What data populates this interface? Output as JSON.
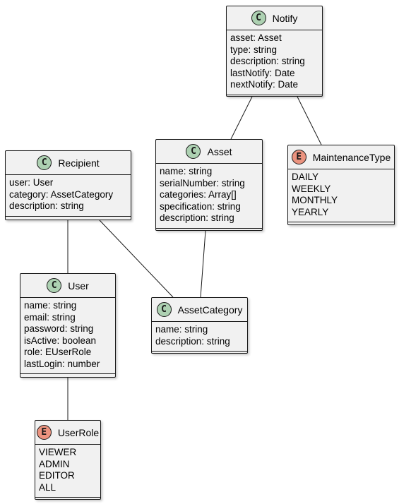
{
  "classes": {
    "notify": {
      "name": "Notify",
      "kind": "class",
      "stereotype": "C",
      "fields": [
        "asset: Asset",
        "type: string",
        "description: string",
        "lastNotify: Date",
        "nextNotify: Date"
      ]
    },
    "recipient": {
      "name": "Recipient",
      "kind": "class",
      "stereotype": "C",
      "fields": [
        "user: User",
        "category: AssetCategory",
        "description: string"
      ]
    },
    "asset": {
      "name": "Asset",
      "kind": "class",
      "stereotype": "C",
      "fields": [
        "name: string",
        "serialNumber: string",
        "categories: Array[]",
        "specification: string",
        "description: string"
      ]
    },
    "maintenance_type": {
      "name": "MaintenanceType",
      "kind": "enum",
      "stereotype": "E",
      "fields": [
        "DAILY",
        "WEEKLY",
        "MONTHLY",
        "YEARLY"
      ]
    },
    "user": {
      "name": "User",
      "kind": "class",
      "stereotype": "C",
      "fields": [
        "name: string",
        "email: string",
        "password: string",
        "isActive: boolean",
        "role: EUserRole",
        "lastLogin: number"
      ]
    },
    "asset_category": {
      "name": "AssetCategory",
      "kind": "class",
      "stereotype": "C",
      "fields": [
        "name: string",
        "description: string"
      ]
    },
    "user_role": {
      "name": "UserRole",
      "kind": "enum",
      "stereotype": "E",
      "fields": [
        "VIEWER",
        "ADMIN",
        "EDITOR",
        "ALL"
      ]
    }
  },
  "associations": [
    {
      "from": "notify",
      "to": "asset"
    },
    {
      "from": "notify",
      "to": "maintenance_type"
    },
    {
      "from": "recipient",
      "to": "user"
    },
    {
      "from": "recipient",
      "to": "asset_category"
    },
    {
      "from": "asset",
      "to": "asset_category"
    },
    {
      "from": "user",
      "to": "user_role"
    }
  ],
  "colors": {
    "box_fill": "#f1f1f1",
    "box_border": "#181818",
    "class_badge": "#add1b2",
    "enum_badge": "#eb937f",
    "line": "#181818"
  }
}
